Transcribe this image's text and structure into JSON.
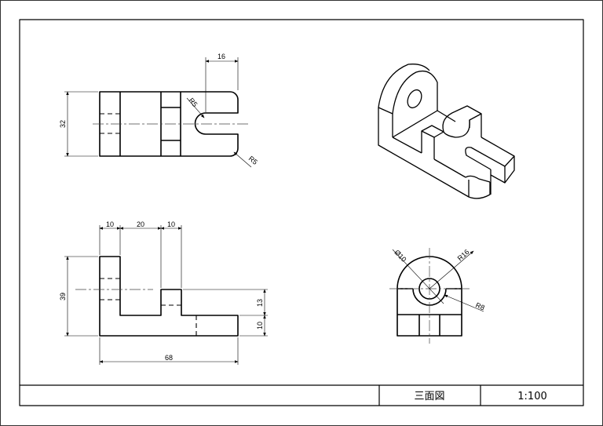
{
  "title_block": {
    "title": "三面図",
    "scale": "1:100"
  },
  "top_view": {
    "dims": {
      "width_slot": "16",
      "height": "32",
      "radius_inner": "R5",
      "radius_corner": "R5"
    }
  },
  "front_view": {
    "dims": {
      "col1": "10",
      "gap": "20",
      "col2": "10",
      "height": "39",
      "block_h": "13",
      "base_h": "10",
      "length": "68"
    }
  },
  "side_view": {
    "dims": {
      "hole_dia": "Ø10",
      "outer_radius": "R16",
      "cut_radius": "R8"
    }
  },
  "iso_view": {
    "label": ""
  }
}
